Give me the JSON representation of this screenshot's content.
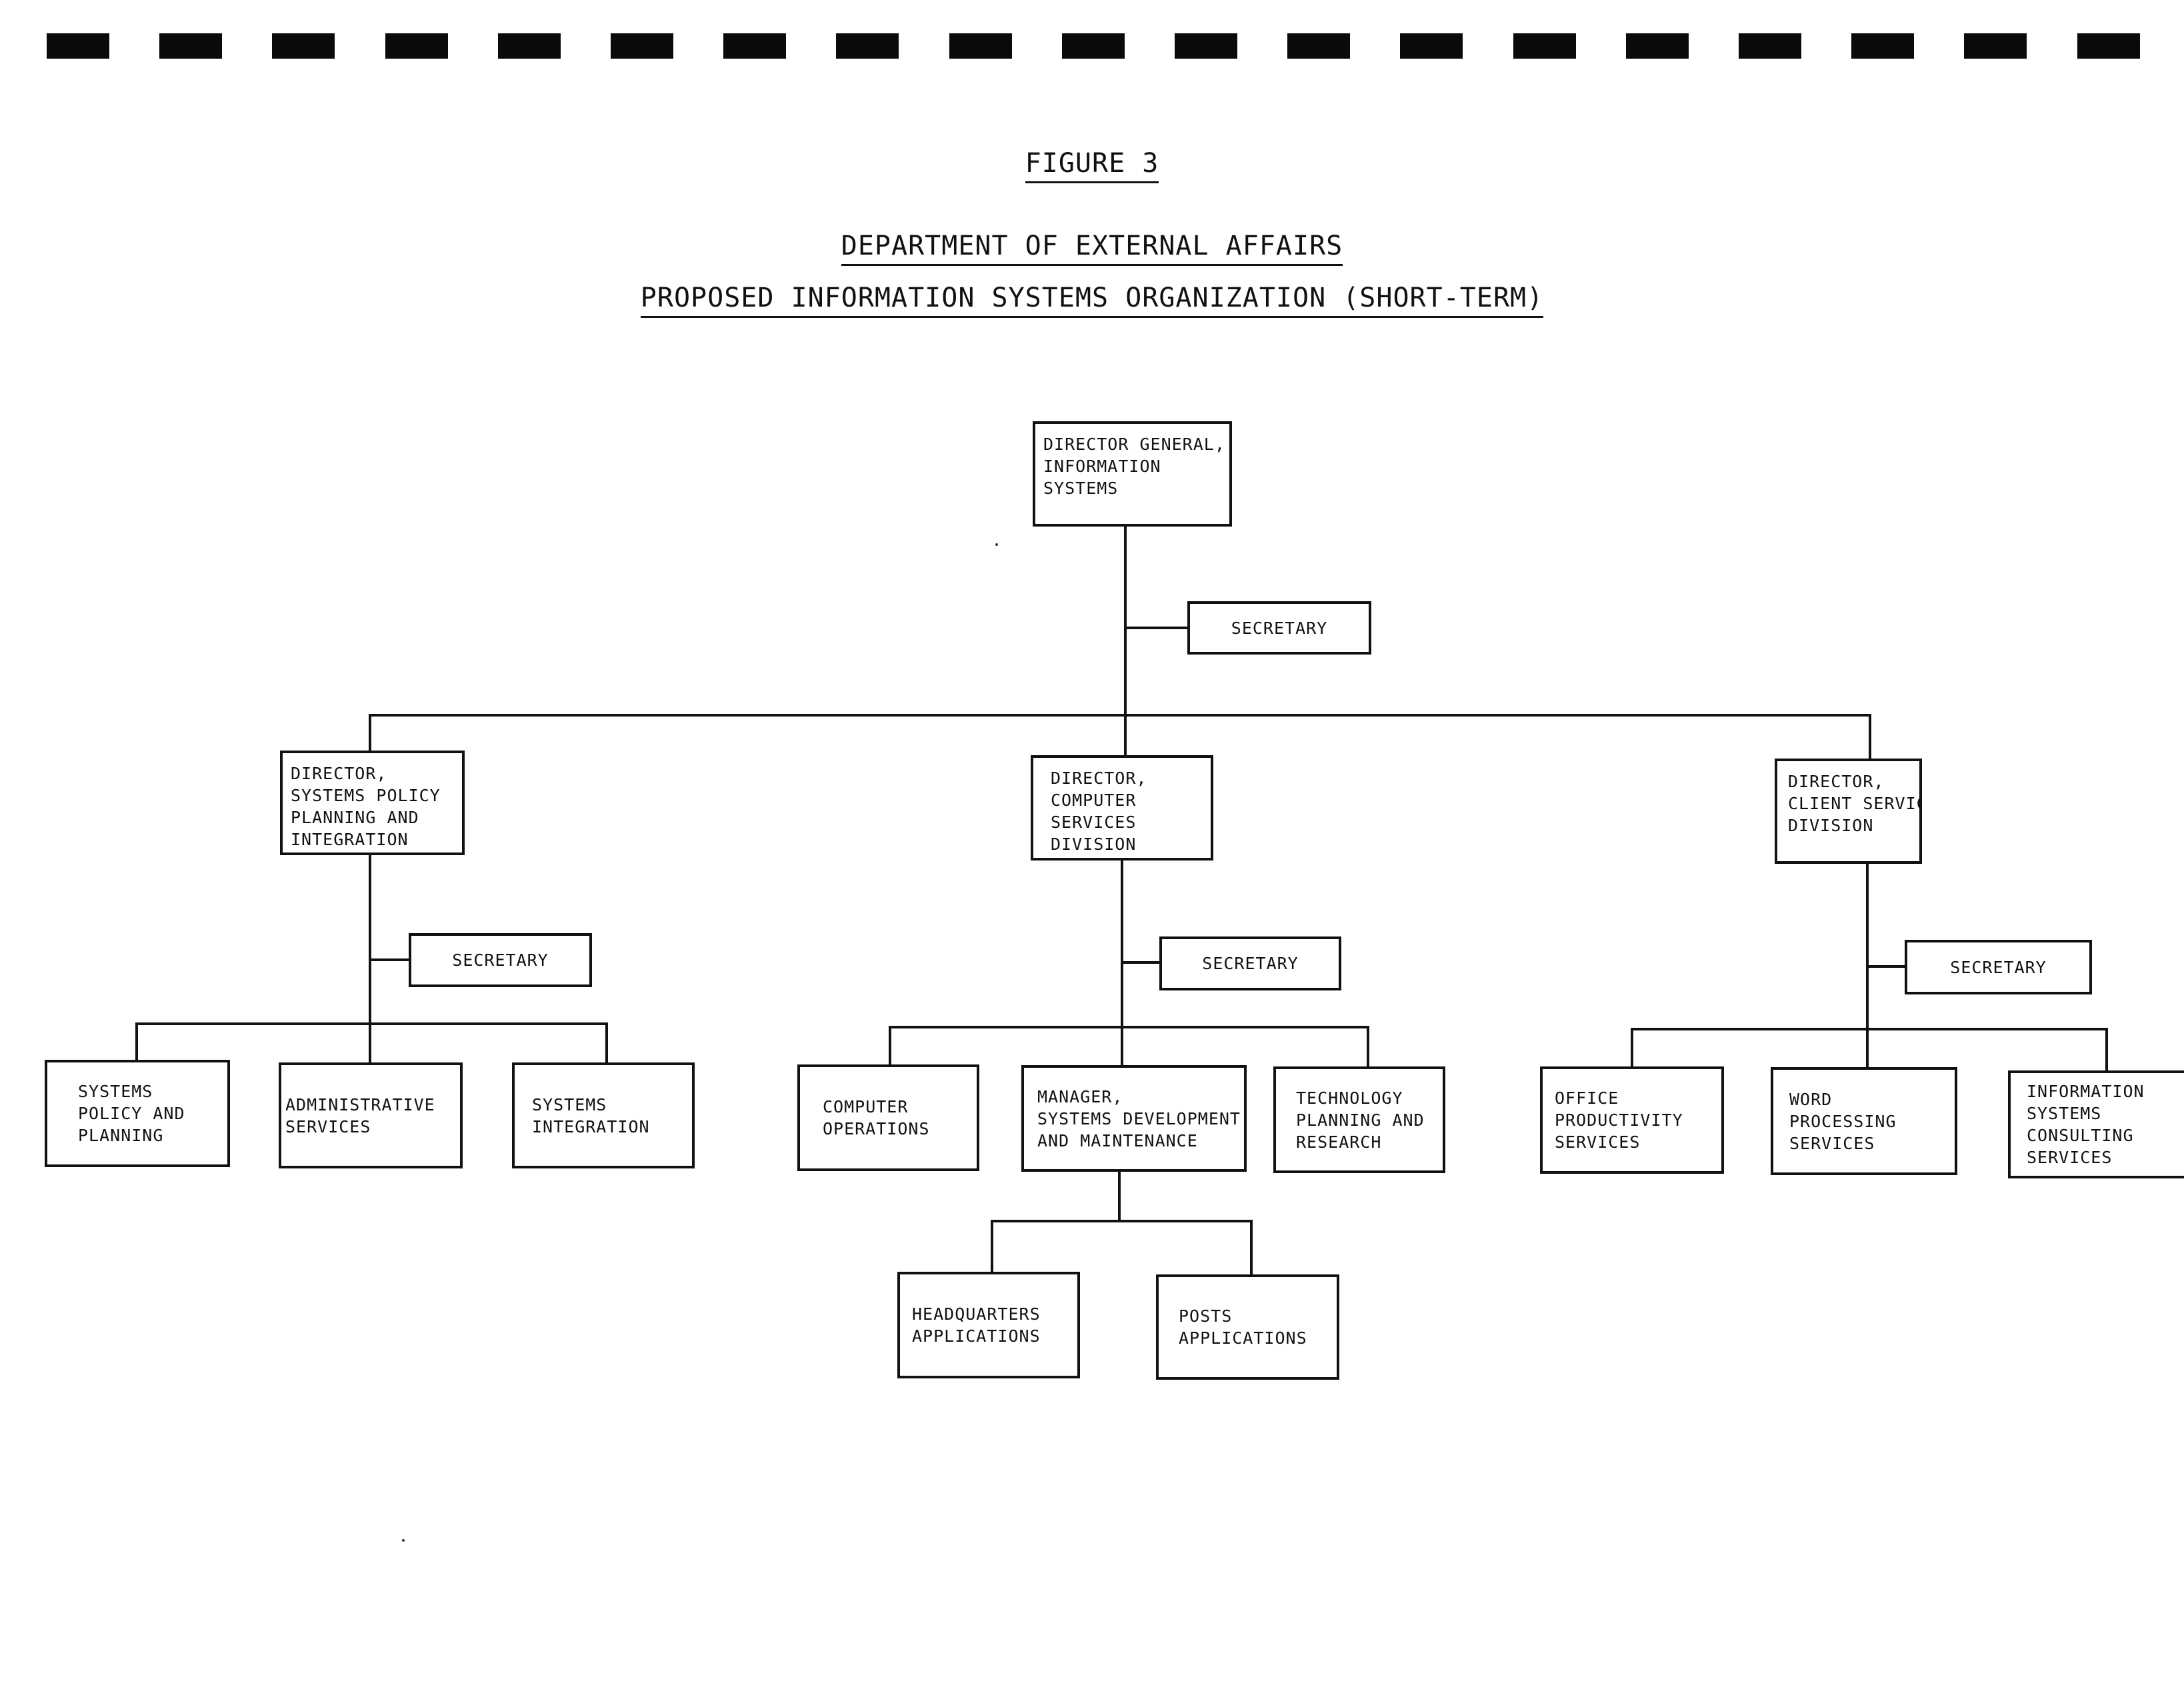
{
  "document": {
    "figure_label": "FIGURE 3",
    "title": "DEPARTMENT OF EXTERNAL AFFAIRS",
    "subtitle": "PROPOSED INFORMATION SYSTEMS ORGANIZATION (SHORT-TERM)"
  },
  "org": {
    "director_general": "DIRECTOR GENERAL,\nINFORMATION\nSYSTEMS",
    "dg_secretary": "SECRETARY",
    "policy": {
      "director": "DIRECTOR,\nSYSTEMS POLICY\nPLANNING AND\nINTEGRATION",
      "secretary": "SECRETARY",
      "units": [
        "SYSTEMS\nPOLICY AND\nPLANNING",
        "ADMINISTRATIVE\nSERVICES",
        "SYSTEMS\nINTEGRATION"
      ]
    },
    "computer": {
      "director": "DIRECTOR,\nCOMPUTER\nSERVICES\nDIVISION",
      "secretary": "SECRETARY",
      "units": [
        "COMPUTER\nOPERATIONS",
        "MANAGER,\nSYSTEMS DEVELOPMENT\nAND MAINTENANCE",
        "TECHNOLOGY\nPLANNING AND\nRESEARCH"
      ],
      "subunits": [
        "HEADQUARTERS\nAPPLICATIONS",
        "POSTS\nAPPLICATIONS"
      ]
    },
    "client": {
      "director": "DIRECTOR,\nCLIENT SERVICES\nDIVISION",
      "secretary": "SECRETARY",
      "units": [
        "OFFICE\nPRODUCTIVITY\nSERVICES",
        "WORD\nPROCESSING\nSERVICES",
        "INFORMATION\nSYSTEMS\nCONSULTING\nSERVICES"
      ]
    }
  }
}
